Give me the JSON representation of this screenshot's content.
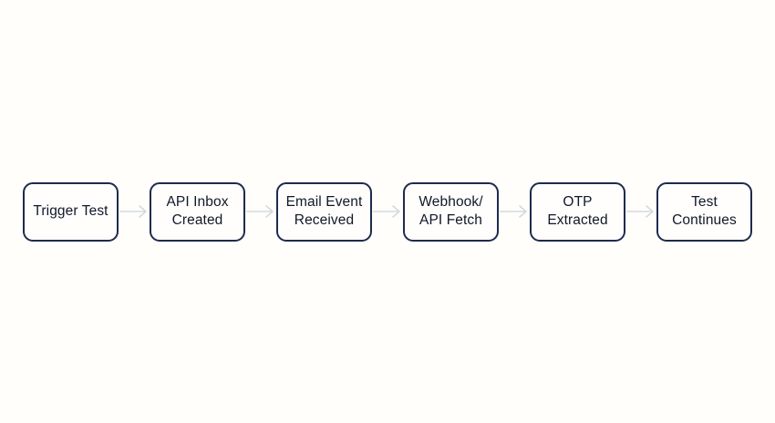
{
  "diagram": {
    "name": "otp-test-flow",
    "steps": [
      {
        "label": "Trigger Test"
      },
      {
        "label": "API Inbox\nCreated"
      },
      {
        "label": "Email Event\nReceived"
      },
      {
        "label": "Webhook/\nAPI Fetch"
      },
      {
        "label": "OTP\nExtracted"
      },
      {
        "label": "Test\nContinues"
      }
    ],
    "connector": "arrow-right"
  },
  "theme": {
    "background": "#fffefb",
    "node_fill": "#fffefd",
    "node_border": "#1f2b4d",
    "node_text": "#101828",
    "arrow": "#d5d9de"
  }
}
